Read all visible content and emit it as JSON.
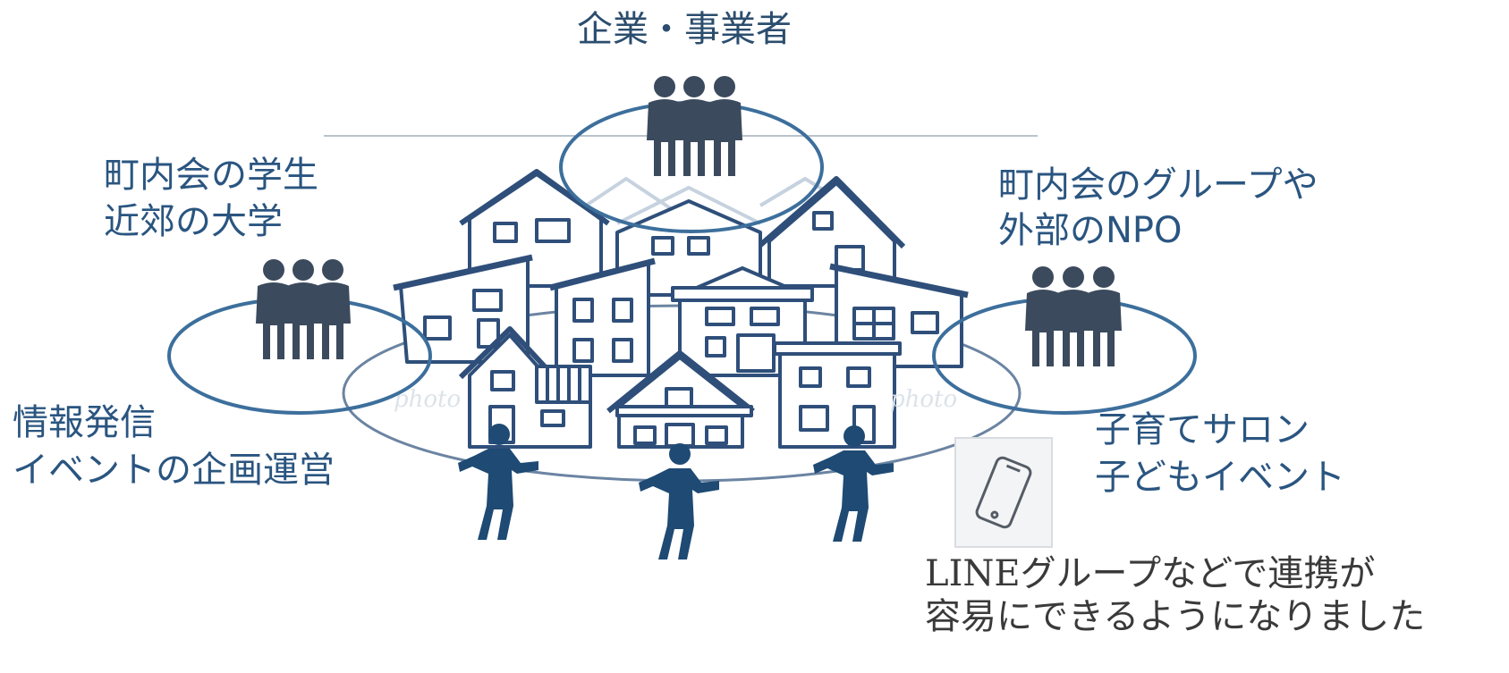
{
  "labels": {
    "top": "企業・事業者",
    "left_upper": [
      "町内会の学生",
      "近郊の大学"
    ],
    "right_upper": [
      "町内会のグループや",
      "外部のNPO"
    ],
    "left_lower": [
      "情報発信",
      "イベントの企画運営"
    ],
    "right_lower": [
      "子育てサロン",
      "子どもイベント"
    ],
    "bottom_note": [
      "LINEグループなどで連携が",
      "容易にできるようになりました"
    ]
  },
  "icons": {
    "people_groups": "people-group-icon",
    "town": "houses-icon",
    "phone": "smartphone-icon",
    "persons": "person-icon"
  },
  "colors": {
    "people": "#3c4a5e",
    "text": "#2a5580",
    "ellipse": "#3d6f9c",
    "house_line": "#2f4f7a",
    "person": "#1e4a74"
  }
}
